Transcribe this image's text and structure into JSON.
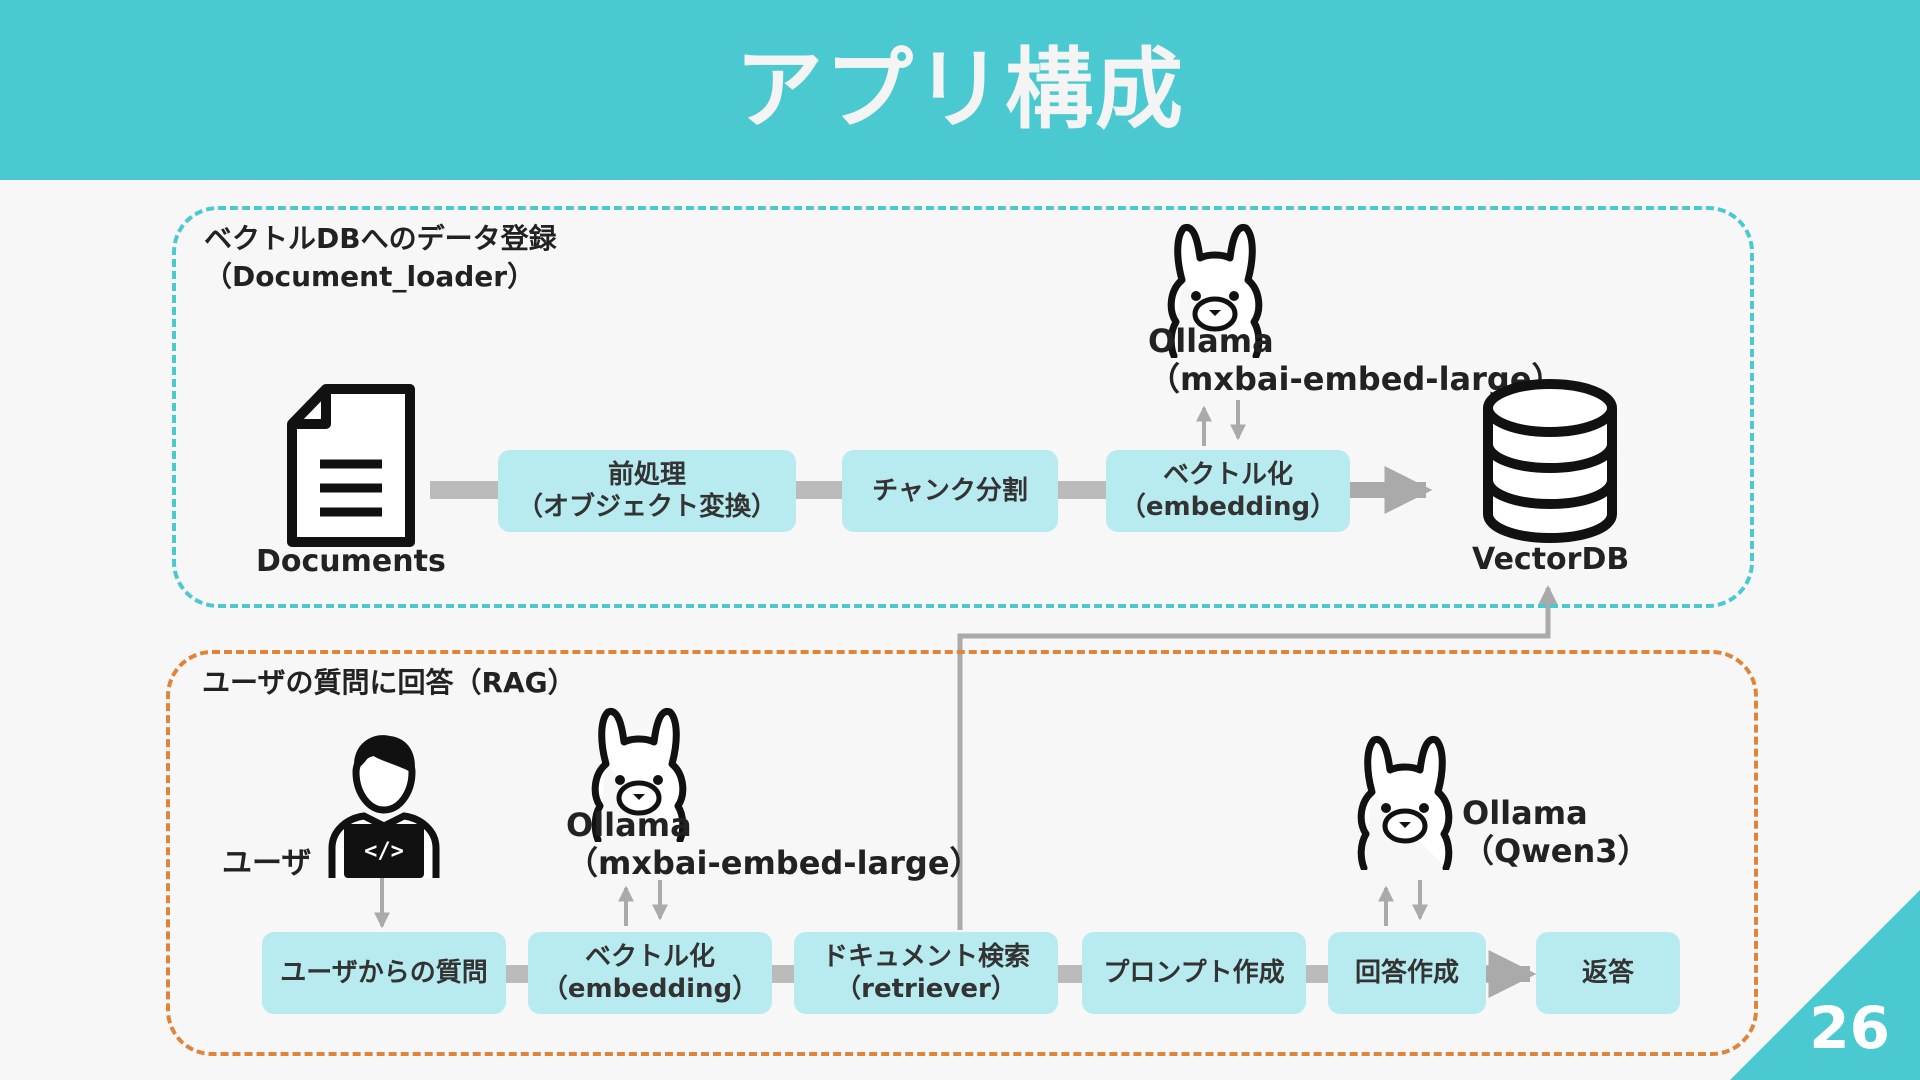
{
  "slide": {
    "title": "アプリ構成",
    "page_number": "26",
    "accent_color": "#4ac9d0"
  },
  "section1": {
    "title": "ベクトルDBへのデータ登録\n（Document_loader）",
    "border_color": "#4ac9d0",
    "documents_label": "Documents",
    "steps": [
      "前処理\n（オブジェクト変換）",
      "チャンク分割",
      "ベクトル化\n（embedding）"
    ],
    "ollama_label": "Ollama\n（mxbai-embed-large）",
    "vectordb_label": "VectorDB"
  },
  "section2": {
    "title": "ユーザの質問に回答（RAG）",
    "border_color": "#e0843a",
    "user_label": "ユーザ",
    "steps": [
      "ユーザからの質問",
      "ベクトル化\n（embedding）",
      "ドキュメント検索\n（retriever）",
      "プロンプト作成",
      "回答作成",
      "返答"
    ],
    "ollama_embed_label": "Ollama\n（mxbai-embed-large）",
    "ollama_qwen_label": "Ollama\n（Qwen3）"
  }
}
